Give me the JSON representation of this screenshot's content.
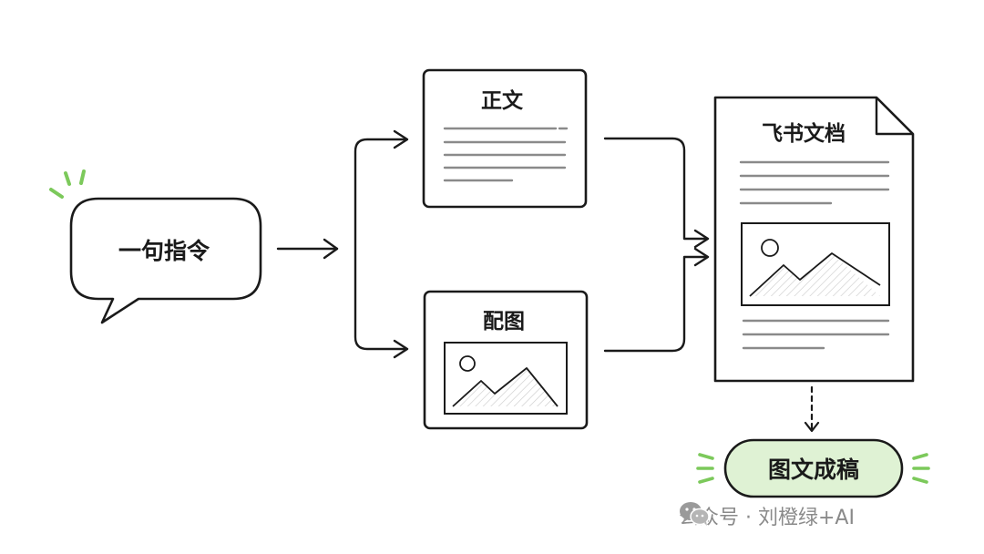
{
  "diagram": {
    "input_bubble": {
      "label": "一句指令"
    },
    "text_card": {
      "label": "正文"
    },
    "image_card": {
      "label": "配图"
    },
    "document": {
      "label": "飞书文档"
    },
    "result": {
      "label": "图文成稿"
    }
  },
  "watermark": {
    "icon": "wechat-icon",
    "text": "公众号 · 刘橙绿+AI"
  },
  "colors": {
    "stroke": "#1a1a1a",
    "accent_green": "#7cc95b",
    "result_fill": "#dff2d4",
    "text_line": "#8a8a8a",
    "watermark": "#8a8a8a"
  }
}
